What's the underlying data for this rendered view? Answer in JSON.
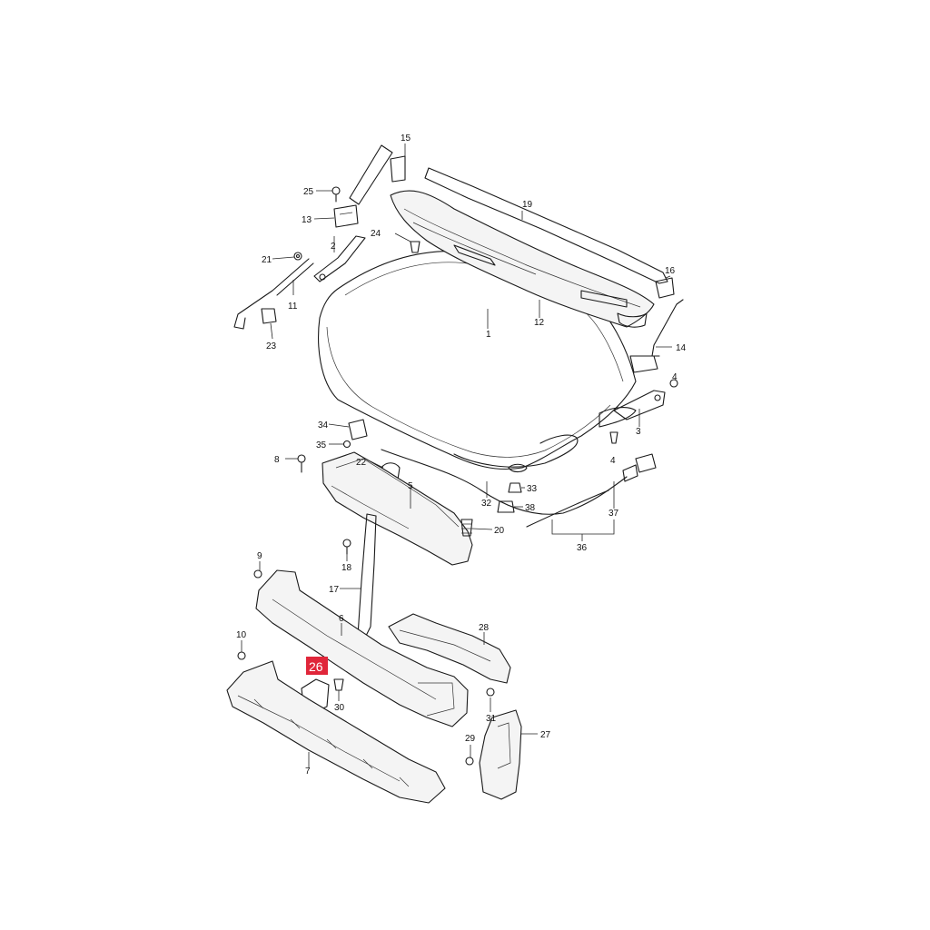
{
  "diagram": {
    "highlight_color": "#e0263a",
    "highlighted_part": "26",
    "callouts": [
      {
        "id": "c15",
        "label": "15"
      },
      {
        "id": "c25",
        "label": "25"
      },
      {
        "id": "c13",
        "label": "13"
      },
      {
        "id": "c19",
        "label": "19"
      },
      {
        "id": "c24",
        "label": "24"
      },
      {
        "id": "c2",
        "label": "2"
      },
      {
        "id": "c21",
        "label": "21"
      },
      {
        "id": "c11",
        "label": "11"
      },
      {
        "id": "c23",
        "label": "23"
      },
      {
        "id": "c1",
        "label": "1"
      },
      {
        "id": "c16",
        "label": "16"
      },
      {
        "id": "c12",
        "label": "12"
      },
      {
        "id": "c14",
        "label": "14"
      },
      {
        "id": "c4a",
        "label": "4"
      },
      {
        "id": "c3",
        "label": "3"
      },
      {
        "id": "c4b",
        "label": "4"
      },
      {
        "id": "c34",
        "label": "34"
      },
      {
        "id": "c35",
        "label": "35"
      },
      {
        "id": "c8",
        "label": "8"
      },
      {
        "id": "c22",
        "label": "22"
      },
      {
        "id": "c5",
        "label": "5"
      },
      {
        "id": "c32",
        "label": "32"
      },
      {
        "id": "c33",
        "label": "33"
      },
      {
        "id": "c38",
        "label": "38"
      },
      {
        "id": "c37",
        "label": "37"
      },
      {
        "id": "c20",
        "label": "20"
      },
      {
        "id": "c36",
        "label": "36"
      },
      {
        "id": "c18",
        "label": "18"
      },
      {
        "id": "c9",
        "label": "9"
      },
      {
        "id": "c17",
        "label": "17"
      },
      {
        "id": "c6",
        "label": "6"
      },
      {
        "id": "c28",
        "label": "28"
      },
      {
        "id": "c10",
        "label": "10"
      },
      {
        "id": "c30",
        "label": "30"
      },
      {
        "id": "c31",
        "label": "31"
      },
      {
        "id": "c27",
        "label": "27"
      },
      {
        "id": "c29",
        "label": "29"
      },
      {
        "id": "c7",
        "label": "7"
      }
    ]
  }
}
